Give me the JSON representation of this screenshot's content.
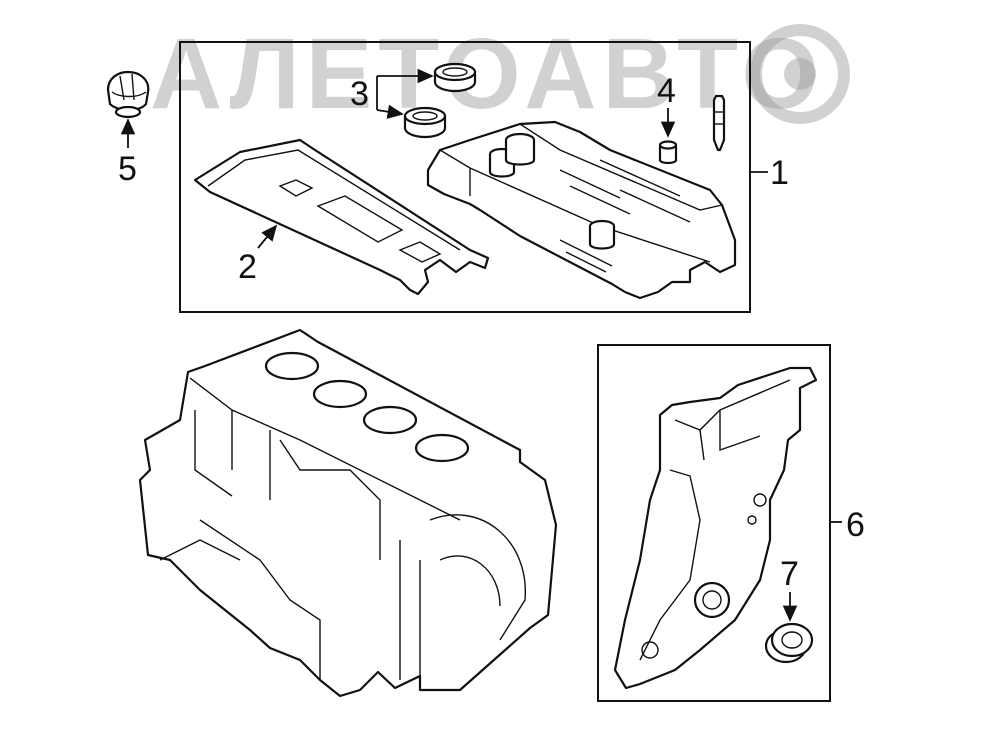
{
  "watermark": {
    "text": "АЛЕТОАВТО"
  },
  "callouts": {
    "c1": "1",
    "c2": "2",
    "c3": "3",
    "c4": "4",
    "c5": "5",
    "c6": "6",
    "c7": "7"
  }
}
